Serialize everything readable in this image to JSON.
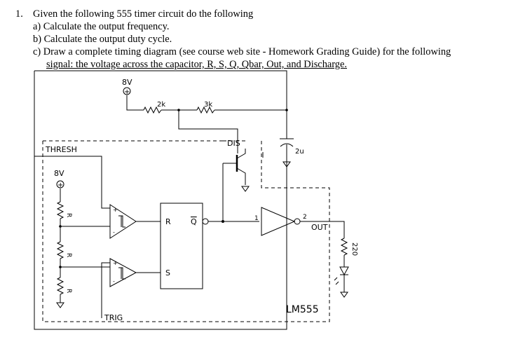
{
  "question": {
    "number": "1.",
    "intro": "Given the following 555 timer circuit do the following",
    "a": "a)  Calculate the output frequency.",
    "b": "b)  Calculate the output duty cycle.",
    "c_line1": "c)  Draw a complete timing diagram (see course web site - Homework Grading Guide) for the following",
    "c_line2": "signal:  the voltage across the capacitor, R, S, Q, Qbar, Out, and Discharge."
  },
  "circuit": {
    "supply_top": "8V",
    "supply_left": "8V",
    "r1": "2k",
    "r2": "3k",
    "capacitor": "2u",
    "load_resistor": "220",
    "divider_r_top": "R",
    "divider_r_mid": "R",
    "divider_r_bot": "R",
    "thresh": "THRESH",
    "trig": "TRIG",
    "dis": "DIS",
    "out": "OUT",
    "chip": "LM555",
    "ff_r": "R",
    "ff_s": "S",
    "ff_qbar": "Q",
    "buf_in_pin": "1",
    "buf_out_pin": "2",
    "plus": "+",
    "minus": "-"
  }
}
